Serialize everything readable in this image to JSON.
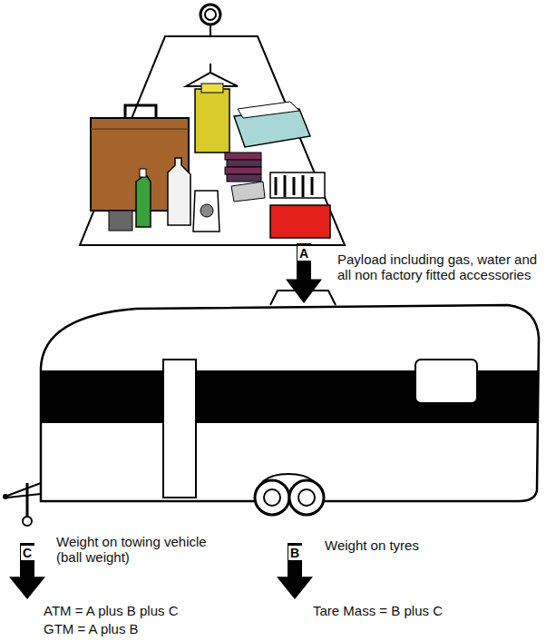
{
  "diagram": {
    "nodes": [
      {
        "text": [
          "A"
        ]
      },
      {
        "text": [
          "C"
        ]
      },
      {
        "text": [
          "B"
        ]
      }
    ],
    "labels": [
      "Payload including gas, water and all non factory fitted accessories",
      "Weight on towing vehicle (ball weight)",
      "Weight on tyres",
      "ATM = A plus B plus C",
      "Tare Mass = B plus C",
      "GTM = A plus B"
    ]
  }
}
